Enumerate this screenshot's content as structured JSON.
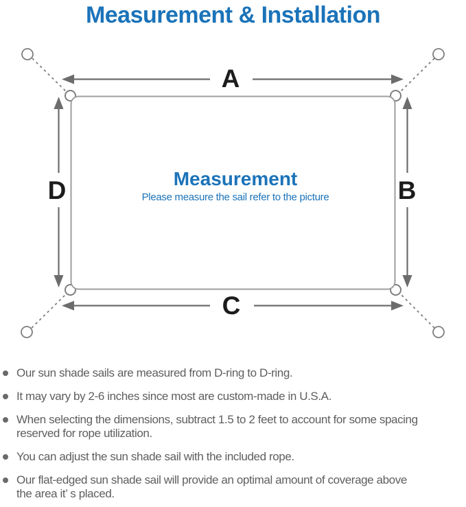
{
  "title": "Measurement & Installation",
  "diagram": {
    "labels": {
      "a": "A",
      "b": "B",
      "c": "C",
      "d": "D"
    },
    "center_title": "Measurement",
    "center_subtitle": "Please measure the sail refer to the picture"
  },
  "notes": {
    "items": [
      {
        "lines": [
          "Our sun shade sails are measured from D-ring to D-ring."
        ]
      },
      {
        "lines": [
          "It may vary by 2-6 inches since most are custom-made in U.S.A."
        ]
      },
      {
        "lines": [
          "When selecting the dimensions, subtract 1.5 to 2 feet to account for some spacing",
          "reserved for rope utilization."
        ]
      },
      {
        "lines": [
          "You can adjust the sun shade sail with the included rope."
        ]
      },
      {
        "lines": [
          "Our flat-edged sun shade sail will provide an optimal amount of coverage above",
          "the area it’ s placed."
        ]
      }
    ]
  },
  "colors": {
    "accent_blue": "#1b73b9",
    "line_gray": "#7e7e7e",
    "arrow_gray": "#6c6c6c",
    "rect_gray": "#9e9e9e",
    "label_black": "#1c1c1c",
    "note_text": "#5e5e5e",
    "bullet_dot": "#6a6a6a"
  }
}
